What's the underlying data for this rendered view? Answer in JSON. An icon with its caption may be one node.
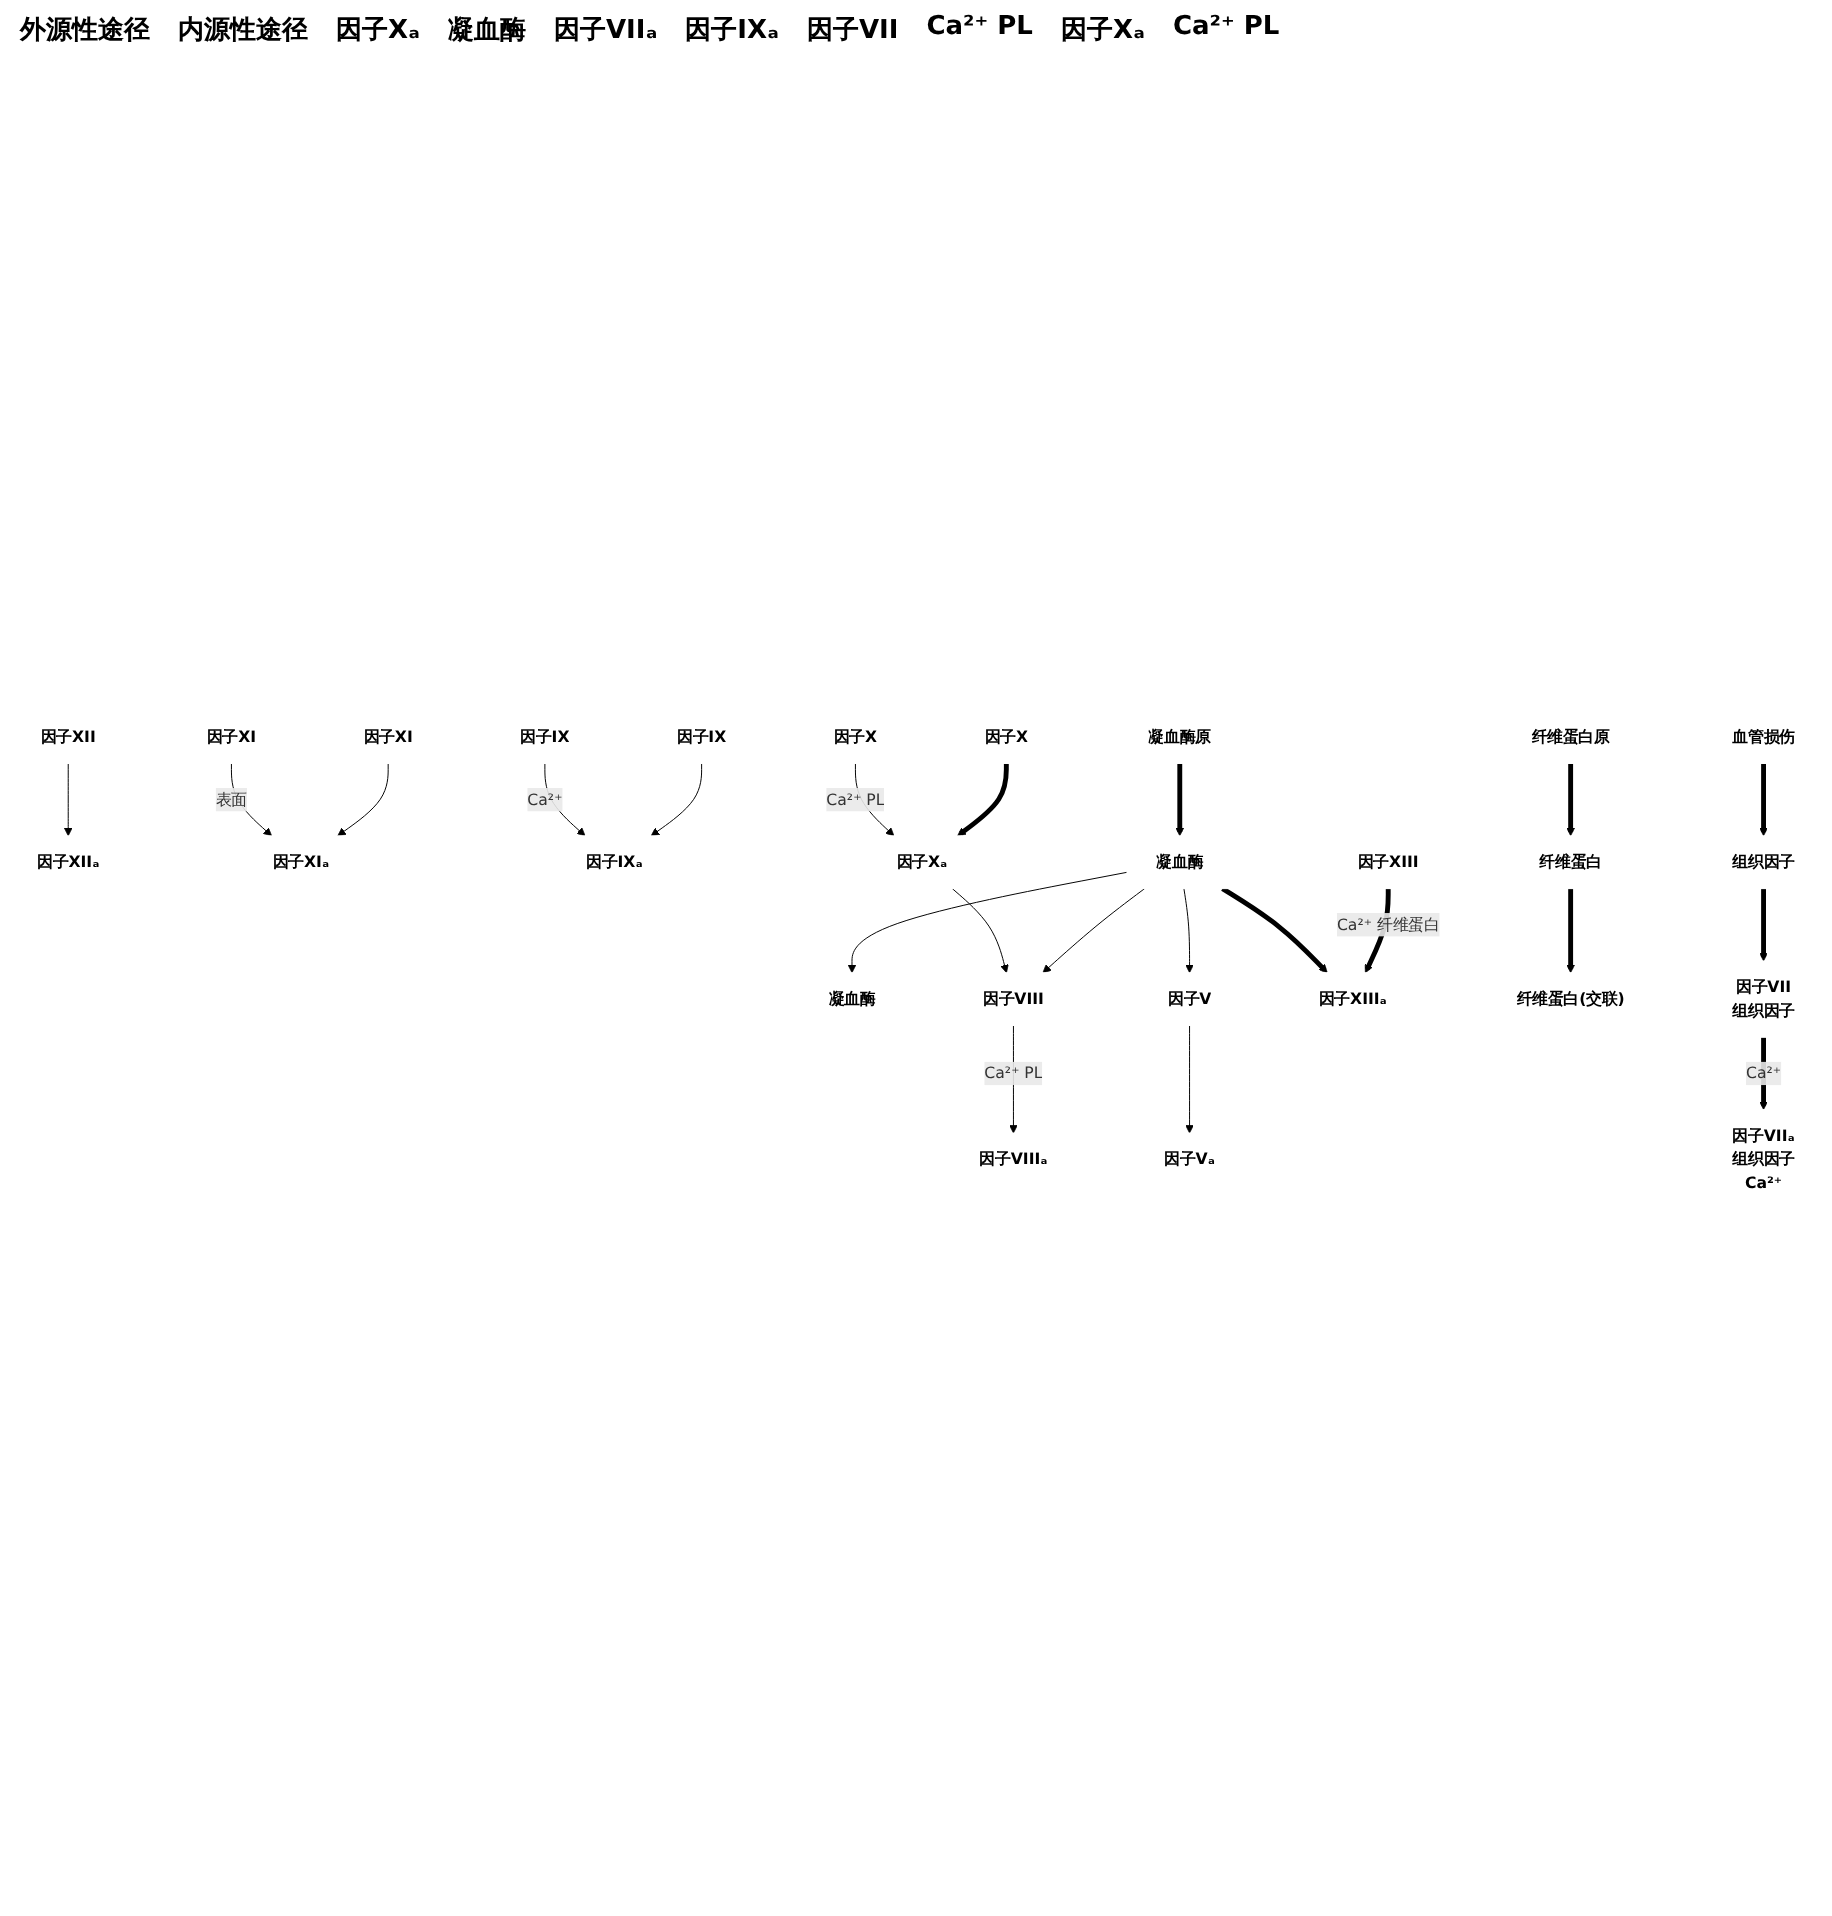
{
  "diagram": {
    "nodes": [
      {
        "text": [
          "因子XII"
        ]
      },
      {
        "text": [
          "因子XIIₐ"
        ]
      },
      {
        "text": [
          "凝血酶"
        ]
      },
      {
        "text": [
          "因子XI"
        ]
      },
      {
        "text": [
          "因子XIₐ"
        ]
      },
      {
        "text": [
          "因子XI"
        ]
      },
      {
        "text": [
          "因子IX"
        ]
      },
      {
        "text": [
          "因子IXₐ"
        ]
      },
      {
        "text": [
          "因子IX"
        ]
      },
      {
        "text": [
          "因子X"
        ]
      },
      {
        "text": [
          "因子Xₐ"
        ]
      },
      {
        "text": [
          "因子X"
        ]
      },
      {
        "text": [
          "因子VIIIₐ"
        ]
      },
      {
        "text": [
          "因子VIII"
        ]
      },
      {
        "text": [
          "凝血酶原"
        ]
      },
      {
        "text": [
          "因子Vₐ"
        ]
      },
      {
        "text": [
          "因子V"
        ]
      },
      {
        "text": [
          "凝血酶"
        ]
      },
      {
        "text": [
          "纤维蛋白原"
        ]
      },
      {
        "text": [
          "纤维蛋白"
        ]
      },
      {
        "text": [
          "因子XIII"
        ]
      },
      {
        "text": [
          "因子XIIIₐ"
        ]
      },
      {
        "text": [
          "纤维蛋白(交联)"
        ]
      },
      {
        "text": [
          "血管损伤"
        ]
      },
      {
        "text": [
          "组织因子"
        ]
      },
      {
        "text": [
          "因子VII",
          "组织因子"
        ]
      },
      {
        "text": [
          "因子VIIₐ",
          "组织因子",
          "Ca²⁺"
        ]
      }
    ],
    "edges": [
      {
        "from": 0,
        "to": 1,
        "arrow": "to"
      },
      {
        "from": 3,
        "to": 4,
        "arrow": "to",
        "label": "表面"
      },
      {
        "from": 5,
        "to": 4,
        "arrow": "to"
      },
      {
        "from": 6,
        "to": 7,
        "arrow": "to",
        "label": "Ca²⁺"
      },
      {
        "from": 8,
        "to": 7,
        "arrow": "to"
      },
      {
        "from": 9,
        "to": 10,
        "arrow": "to",
        "label": "Ca²⁺ PL"
      },
      {
        "from": 11,
        "to": 10,
        "arrow": "to",
        "style": "thick"
      },
      {
        "from": 13,
        "to": 12,
        "arrow": "to",
        "label": "Ca²⁺ PL"
      },
      {
        "from": 10,
        "to": 13,
        "arrow": "to"
      },
      {
        "from": 17,
        "to": 13,
        "arrow": "to"
      },
      {
        "from": 14,
        "to": 17,
        "arrow": "to",
        "style": "thick"
      },
      {
        "from": 16,
        "to": 15,
        "arrow": "to"
      },
      {
        "from": 17,
        "to": 16,
        "arrow": "to"
      },
      {
        "from": 17,
        "to": 2,
        "arrow": "to"
      },
      {
        "from": 18,
        "to": 19,
        "arrow": "to",
        "style": "thick"
      },
      {
        "from": 19,
        "to": 22,
        "arrow": "to",
        "style": "thick"
      },
      {
        "from": 17,
        "to": 21,
        "arrow": "to",
        "style": "thick"
      },
      {
        "from": 20,
        "to": 21,
        "arrow": "to",
        "style": "thick",
        "label": "Ca²⁺ 纤维蛋白"
      },
      {
        "from": 23,
        "to": 24,
        "arrow": "to",
        "style": "thick"
      },
      {
        "from": 24,
        "to": 25,
        "arrow": "to",
        "style": "thick"
      },
      {
        "from": 25,
        "to": 26,
        "arrow": "to",
        "style": "thick",
        "label": "Ca²⁺"
      }
    ],
    "labels": [
      "外源性途径",
      "内源性途径",
      "因子Xₐ",
      "凝血酶",
      "因子VIIₐ",
      "因子IXₐ",
      "因子VII",
      "Ca²⁺ PL",
      "因子Xₐ",
      "Ca²⁺ PL"
    ]
  }
}
